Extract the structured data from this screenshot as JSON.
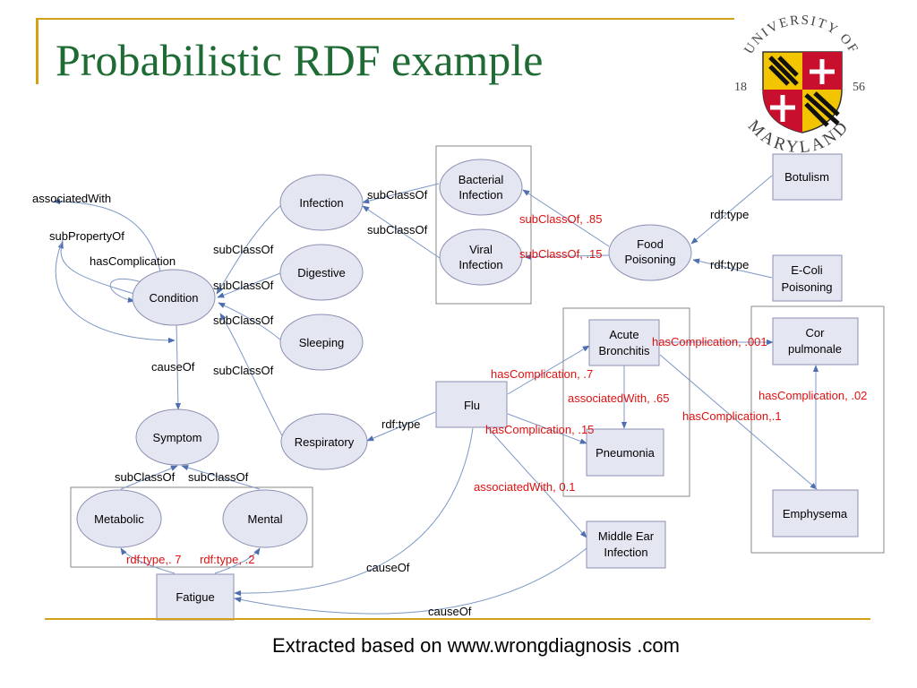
{
  "title": "Probabilistic RDF example",
  "footer": "Extracted based on www.wrongdiagnosis .com",
  "logo": {
    "text": "UNIVERSITY OF MARYLAND",
    "left_year": "18",
    "right_year": "56"
  },
  "nodes": {
    "condition": "Condition",
    "infection": "Infection",
    "digestive": "Digestive",
    "sleeping": "Sleeping",
    "respiratory": "Respiratory",
    "symptom": "Symptom",
    "metabolic": "Metabolic",
    "mental": "Mental",
    "fatigue": "Fatigue",
    "bacterial_infection": [
      "Bacterial",
      "Infection"
    ],
    "viral_infection": [
      "Viral",
      "Infection"
    ],
    "food_poisoning": [
      "Food",
      "Poisoning"
    ],
    "botulism": "Botulism",
    "e_coli_poisoning": [
      "E-Coli",
      "Poisoning"
    ],
    "flu": "Flu",
    "acute_bronchitis": [
      "Acute",
      "Bronchitis"
    ],
    "pneumonia": "Pneumonia",
    "middle_ear_infection": [
      "Middle Ear",
      "Infection"
    ],
    "cor_pulmonale": [
      "Cor",
      "pulmonale"
    ],
    "emphysema": "Emphysema"
  },
  "edge_labels": {
    "associated_with": "associatedWith",
    "sub_property_of": "subPropertyOf",
    "has_complication": "hasComplication",
    "sub_infection": "subClassOf",
    "sub_digestive": "subClassOf",
    "sub_sleeping": "subClassOf",
    "sub_respiratory": "subClassOf",
    "sub_bacterial": "subClassOf",
    "sub_viral": "subClassOf",
    "cause_of": "causeOf",
    "sub_metabolic": "subClassOf",
    "sub_mental": "subClassOf",
    "rdf_type_metabolic": "rdf:type,. 7",
    "rdf_type_mental": "rdf:type, .2",
    "flu_rdf_type": "rdf:type",
    "food_sub_bacterial": "subClassOf, .85",
    "food_sub_viral": "subClassOf, .15",
    "botulism_type": "rdf:type",
    "ecoli_type": "rdf:type",
    "flu_bronchitis": "hasComplication, .7",
    "bronchitis_pneumonia": "associatedWith, .65",
    "flu_pneumonia": "hasComplication, .15",
    "bronchitis_cor": "hasComplication, .001",
    "bronchitis_emphysema": "hasComplication,.1",
    "emphysema_cor": "hasComplication, .02",
    "flu_ear": "associatedWith, 0.1",
    "flu_fatigue_cause": "causeOf",
    "fatigue_cause_bottom": "causeOf"
  }
}
